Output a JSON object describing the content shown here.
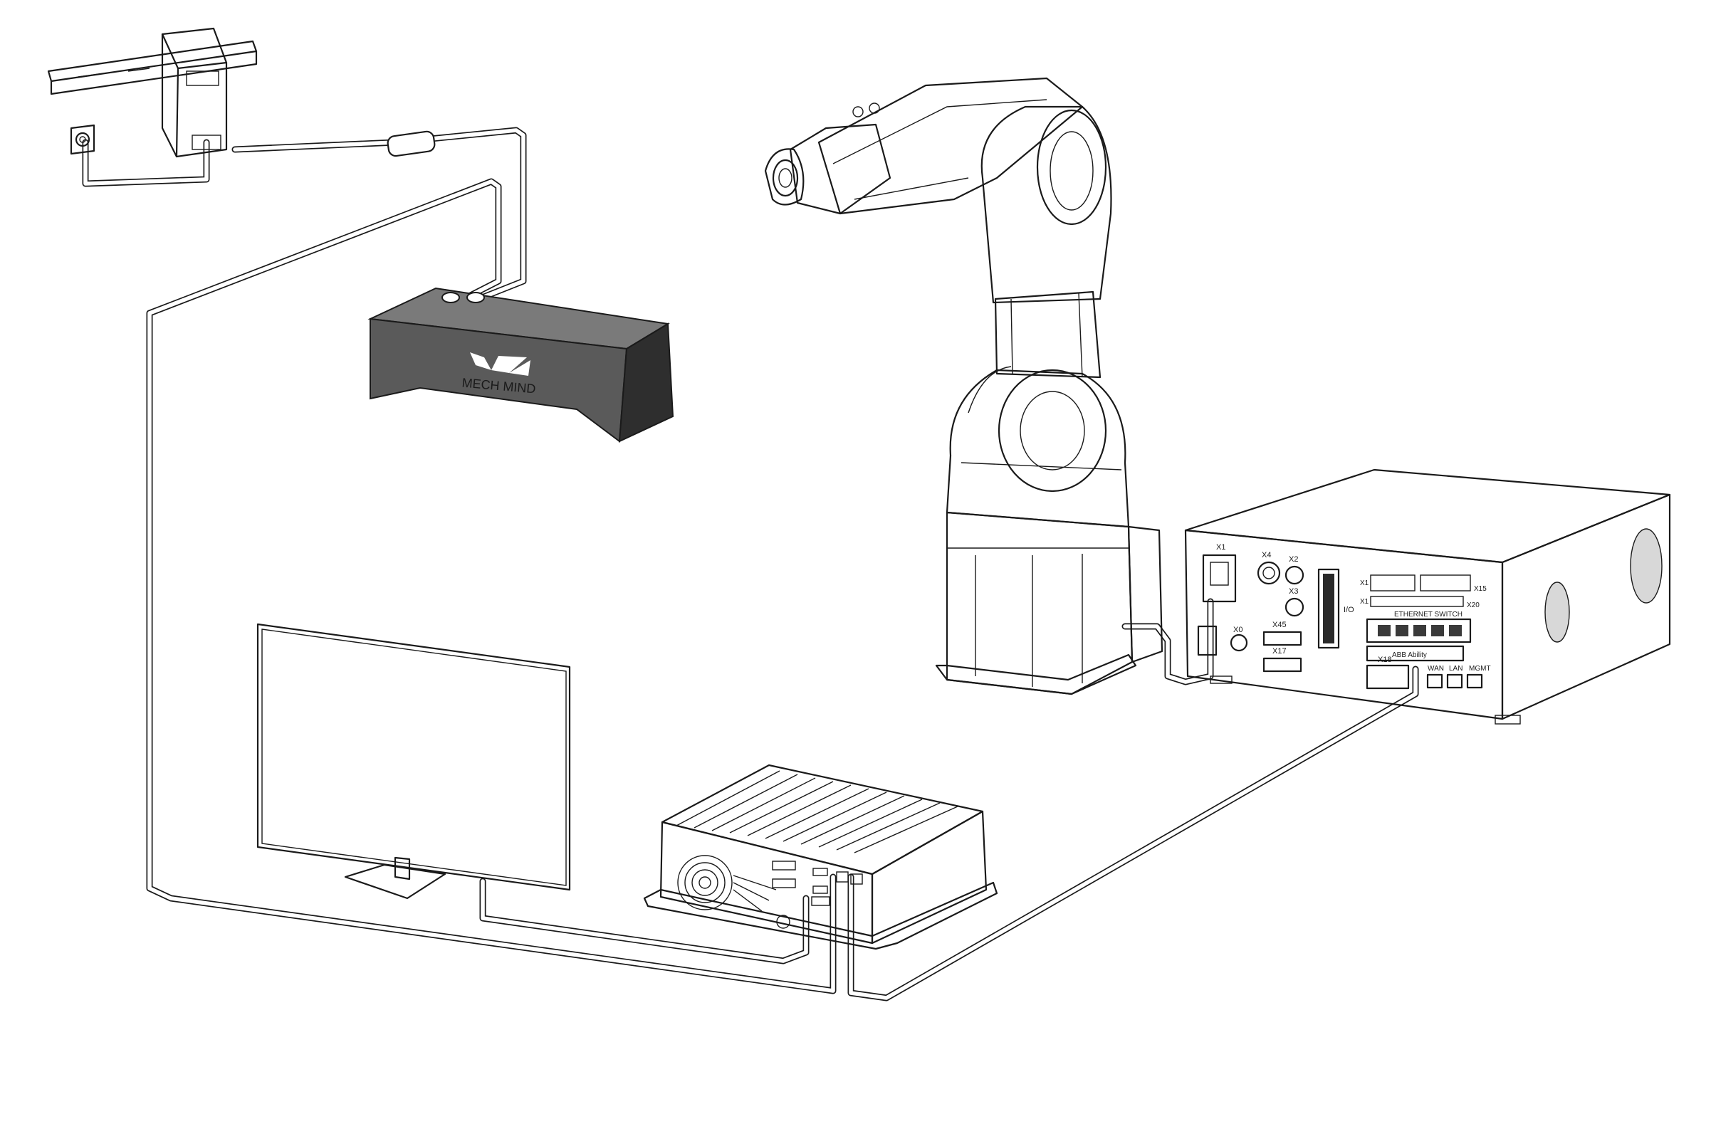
{
  "camera": {
    "brand": "MECH MIND"
  },
  "controller": {
    "ports": {
      "x1": "X1",
      "x4": "X4",
      "x2": "X2",
      "x3": "X3",
      "x0": "X0",
      "x45": "X45",
      "x17": "X17",
      "x18": "X18",
      "x15": "X15",
      "x20": "X20",
      "x1_connector": "X1",
      "x1_connector_b": "X1",
      "io": "I/O",
      "ethernet_switch": "ETHERNET SWITCH",
      "abb_ability": "ABB Ability",
      "wan": "WAN",
      "lan": "LAN",
      "mgmt": "MGMT"
    }
  },
  "colors": {
    "line": "#1a1a1a",
    "camera_front": "#5a5a5a",
    "camera_top": "#7a7a7a",
    "camera_side": "#2e2e2e",
    "cabinet": "#f3f3f3"
  }
}
